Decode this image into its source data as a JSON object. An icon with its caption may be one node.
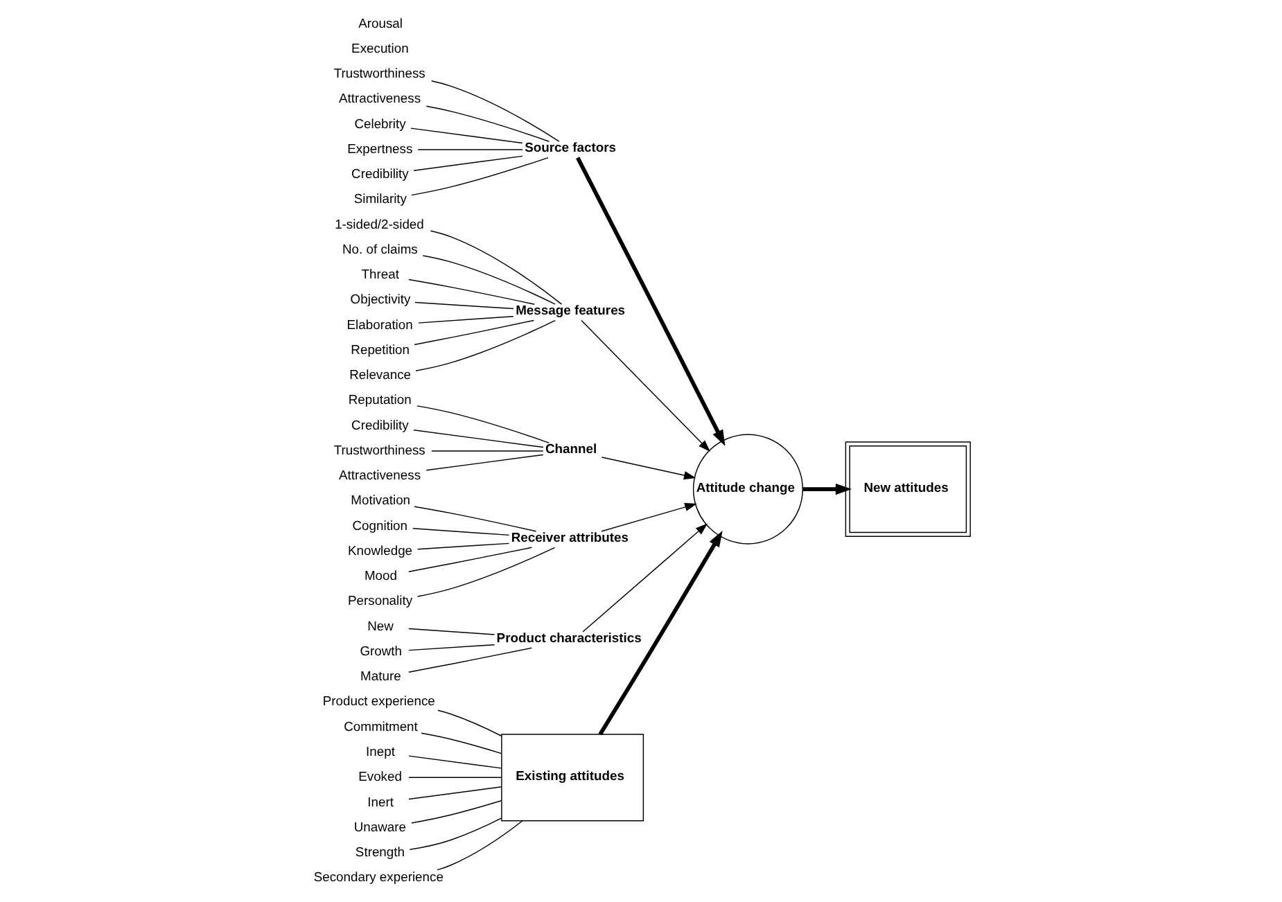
{
  "diagram": {
    "nodes": [
      {
        "text": [
          "Existing attitudes"
        ]
      },
      {
        "text": [
          "Product experience"
        ]
      },
      {
        "text": [
          "Commitment"
        ]
      },
      {
        "text": [
          "Inept"
        ]
      },
      {
        "text": [
          "Evoked"
        ]
      },
      {
        "text": [
          "Inert"
        ]
      },
      {
        "text": [
          "Unaware"
        ]
      },
      {
        "text": [
          "Strength"
        ]
      },
      {
        "text": [
          "Secondary experience"
        ]
      },
      {
        "text": [
          "Source factors"
        ]
      },
      {
        "text": [
          "Trustworthiness"
        ]
      },
      {
        "text": [
          "Attractiveness"
        ]
      },
      {
        "text": [
          "Celebrity"
        ]
      },
      {
        "text": [
          "Expertness"
        ]
      },
      {
        "text": [
          "Credibility"
        ]
      },
      {
        "text": [
          "Similarity"
        ]
      },
      {
        "text": [
          "Message features"
        ]
      },
      {
        "text": [
          "1-sided/2-sided"
        ]
      },
      {
        "text": [
          "No. of claims"
        ]
      },
      {
        "text": [
          "Threat"
        ]
      },
      {
        "text": [
          "Objectivity"
        ]
      },
      {
        "text": [
          "Elaboration"
        ]
      },
      {
        "text": [
          "Repetition"
        ]
      },
      {
        "text": [
          "Relevance"
        ]
      },
      {
        "text": [
          "Attitude change"
        ]
      },
      {
        "text": [
          "New attitudes"
        ]
      },
      {
        "text": [
          "Channel"
        ]
      },
      {
        "text": [
          "Reputation"
        ]
      },
      {
        "text": [
          "Credibility"
        ]
      },
      {
        "text": [
          "Trustworthiness"
        ]
      },
      {
        "text": [
          "Attractiveness"
        ]
      },
      {
        "text": [
          "Receiver attributes"
        ]
      },
      {
        "text": [
          "Motivation"
        ]
      },
      {
        "text": [
          "Cognition"
        ]
      },
      {
        "text": [
          "Knowledge"
        ]
      },
      {
        "text": [
          "Mood"
        ]
      },
      {
        "text": [
          "Personality"
        ]
      },
      {
        "text": [
          "Product characteristics"
        ]
      },
      {
        "text": [
          "New"
        ]
      },
      {
        "text": [
          "Growth"
        ]
      },
      {
        "text": [
          "Mature"
        ]
      }
    ],
    "edges": [
      {
        "from": 1,
        "to": 0,
        "arrow": "none"
      },
      {
        "from": 2,
        "to": 0,
        "arrow": "none"
      },
      {
        "from": 3,
        "to": 0,
        "arrow": "none"
      },
      {
        "from": 4,
        "to": 0,
        "arrow": "none"
      },
      {
        "from": 5,
        "to": 0,
        "arrow": "none"
      },
      {
        "from": 6,
        "to": 0,
        "arrow": "none"
      },
      {
        "from": 7,
        "to": 0,
        "arrow": "none"
      },
      {
        "from": 8,
        "to": 0,
        "arrow": "none"
      },
      {
        "from": 10,
        "to": 9,
        "arrow": "none"
      },
      {
        "from": 11,
        "to": 9,
        "arrow": "none"
      },
      {
        "from": 12,
        "to": 9,
        "arrow": "none"
      },
      {
        "from": 13,
        "to": 9,
        "arrow": "none"
      },
      {
        "from": 14,
        "to": 9,
        "arrow": "none"
      },
      {
        "from": 15,
        "to": 9,
        "arrow": "none"
      },
      {
        "from": 17,
        "to": 16,
        "arrow": "none"
      },
      {
        "from": 18,
        "to": 16,
        "arrow": "none"
      },
      {
        "from": 19,
        "to": 16,
        "arrow": "none"
      },
      {
        "from": 20,
        "to": 16,
        "arrow": "none"
      },
      {
        "from": 21,
        "to": 16,
        "arrow": "none"
      },
      {
        "from": 22,
        "to": 16,
        "arrow": "none"
      },
      {
        "from": 23,
        "to": 16,
        "arrow": "none"
      },
      {
        "from": 27,
        "to": 26,
        "arrow": "none"
      },
      {
        "from": 28,
        "to": 26,
        "arrow": "none"
      },
      {
        "from": 29,
        "to": 26,
        "arrow": "none"
      },
      {
        "from": 30,
        "to": 26,
        "arrow": "none"
      },
      {
        "from": 32,
        "to": 31,
        "arrow": "none"
      },
      {
        "from": 33,
        "to": 31,
        "arrow": "none"
      },
      {
        "from": 34,
        "to": 31,
        "arrow": "none"
      },
      {
        "from": 35,
        "to": 31,
        "arrow": "none"
      },
      {
        "from": 36,
        "to": 31,
        "arrow": "none"
      },
      {
        "from": 38,
        "to": 37,
        "arrow": "none"
      },
      {
        "from": 39,
        "to": 37,
        "arrow": "none"
      },
      {
        "from": 40,
        "to": 37,
        "arrow": "none"
      },
      {
        "from": 9,
        "to": 24,
        "arrow": "to",
        "style": "thick"
      },
      {
        "from": 16,
        "to": 24,
        "arrow": "to"
      },
      {
        "from": 0,
        "to": 24,
        "arrow": "to",
        "style": "thick"
      },
      {
        "from": 24,
        "to": 25,
        "arrow": "to",
        "style": "thick"
      },
      {
        "from": 26,
        "to": 24,
        "arrow": "to"
      },
      {
        "from": 31,
        "to": 24,
        "arrow": "to"
      },
      {
        "from": 37,
        "to": 24,
        "arrow": "to"
      }
    ],
    "labels": [
      "Execution",
      "Arousal"
    ]
  }
}
